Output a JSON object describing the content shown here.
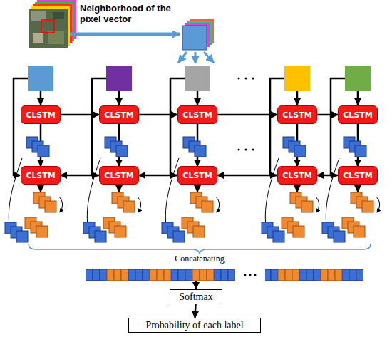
{
  "diagram": {
    "nodes": [
      {
        "text": [
          "CLSTM"
        ]
      },
      {
        "text": [
          "CLSTM"
        ]
      },
      {
        "text": [
          "CLSTM"
        ]
      },
      {
        "text": [
          "CLSTM"
        ]
      },
      {
        "text": [
          "CLSTM"
        ]
      },
      {
        "text": [
          "CLSTM"
        ]
      },
      {
        "text": [
          "CLSTM"
        ]
      },
      {
        "text": [
          "CLSTM"
        ]
      },
      {
        "text": [
          "CLSTM"
        ]
      },
      {
        "text": [
          "CLSTM"
        ]
      },
      {
        "text": [
          "Softmax"
        ]
      },
      {
        "text": [
          "Probability of each label"
        ]
      }
    ],
    "edges": [
      {
        "from": 0,
        "to": 1,
        "arrow": "to"
      },
      {
        "from": 1,
        "to": 2,
        "arrow": "to"
      },
      {
        "from": 2,
        "to": 3,
        "arrow": "to"
      },
      {
        "from": 3,
        "to": 4,
        "arrow": "to"
      },
      {
        "from": 6,
        "to": 5,
        "arrow": "to"
      },
      {
        "from": 7,
        "to": 6,
        "arrow": "to"
      },
      {
        "from": 8,
        "to": 7,
        "arrow": "to"
      },
      {
        "from": 9,
        "to": 8,
        "arrow": "to"
      },
      {
        "from": 0,
        "to": 5,
        "arrow": "to"
      },
      {
        "from": 1,
        "to": 6,
        "arrow": "to"
      },
      {
        "from": 2,
        "to": 7,
        "arrow": "to"
      },
      {
        "from": 3,
        "to": 8,
        "arrow": "to"
      },
      {
        "from": 4,
        "to": 9,
        "arrow": "to"
      },
      {
        "from": 10,
        "to": 11,
        "arrow": "to"
      }
    ],
    "labels": [
      "Neighborhood of the pixel vector",
      "Concatenating"
    ]
  }
}
